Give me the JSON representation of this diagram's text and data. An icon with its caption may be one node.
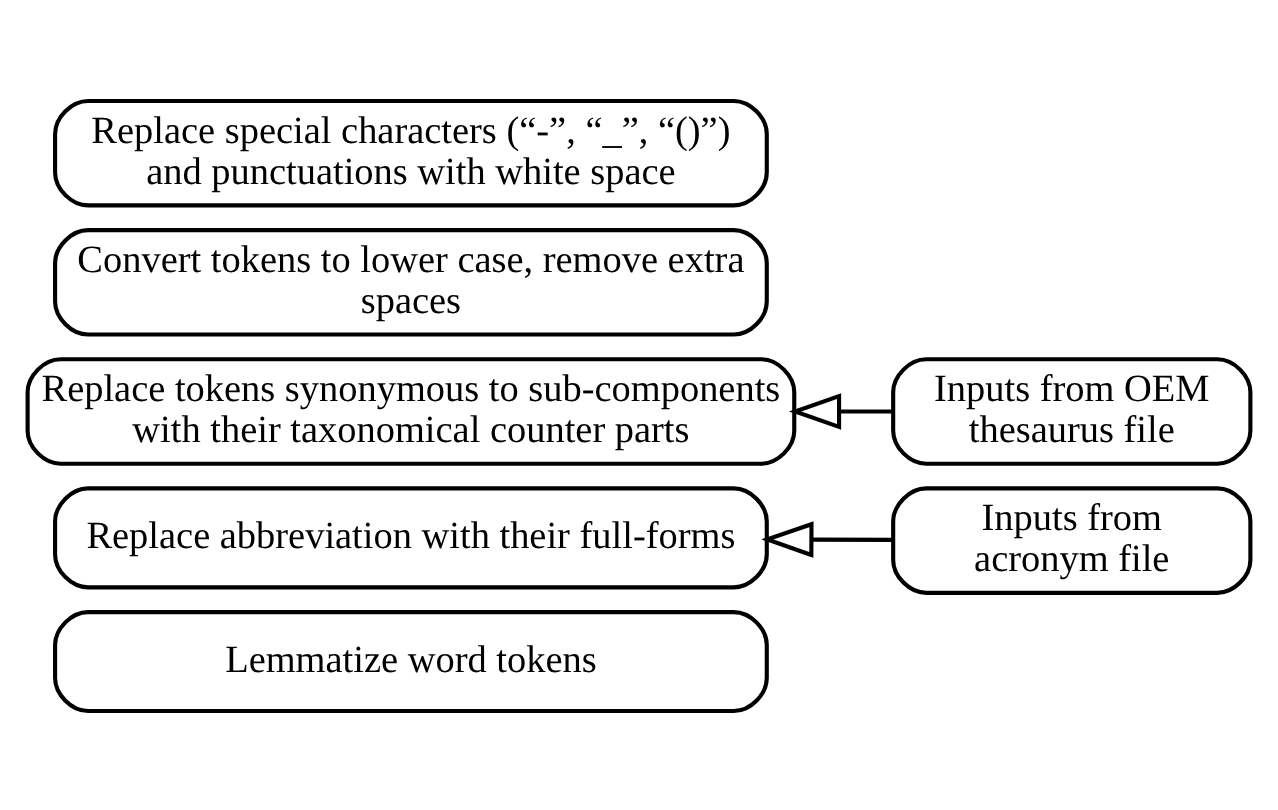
{
  "diagram": {
    "nodes": [
      {
        "text": [
          "Replace special characters (“-”, “_”, “()”) and punctuations with white space"
        ]
      },
      {
        "text": [
          "Convert tokens to lower case, remove extra spaces"
        ]
      },
      {
        "text": [
          "Replace tokens synonymous to sub-components with their taxonomical counter parts"
        ]
      },
      {
        "text": [
          "Replace abbreviation with their full-forms"
        ]
      },
      {
        "text": [
          "Lemmatize word tokens"
        ]
      },
      {
        "text": [
          "Inputs from OEM thesaurus file"
        ]
      },
      {
        "text": [
          "Inputs from acronym file"
        ]
      }
    ],
    "edges": [
      {
        "from": 5,
        "to": 2,
        "arrow": "to"
      },
      {
        "from": 6,
        "to": 3,
        "arrow": "to"
      }
    ]
  }
}
